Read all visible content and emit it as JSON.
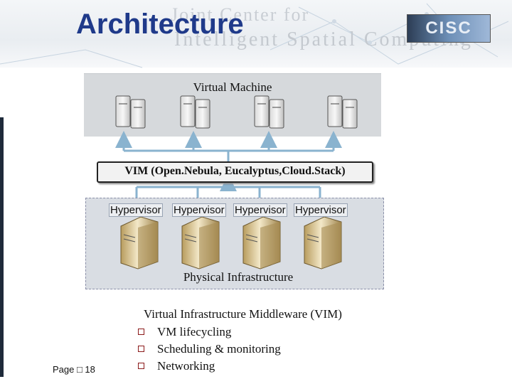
{
  "header": {
    "title": "Architecture",
    "background_title_line1": "Joint Center for",
    "background_title_line2": "Intelligent Spatial Computing",
    "logo_text": "CISC"
  },
  "diagram": {
    "vm_layer_label": "Virtual Machine",
    "vim_label": "VIM (Open.Nebula, Eucalyptus,Cloud.Stack)",
    "hypervisors": [
      "Hypervisor",
      "Hypervisor",
      "Hypervisor",
      "Hypervisor"
    ],
    "physical_layer_label": "Physical Infrastructure",
    "vm_server_icon": "server-pair-icon",
    "physical_server_icon": "tower-server-icon",
    "arrow_color": "#8ab3cf"
  },
  "description": {
    "heading": "Virtual Infrastructure Middleware (VIM)",
    "bullets": [
      "VM  lifecycling",
      "Scheduling & monitoring",
      "Networking"
    ]
  },
  "footer": {
    "page_label": "Page □ 18"
  },
  "colors": {
    "title": "#1f3a8a",
    "bullet_marker": "#8b1a1a"
  }
}
